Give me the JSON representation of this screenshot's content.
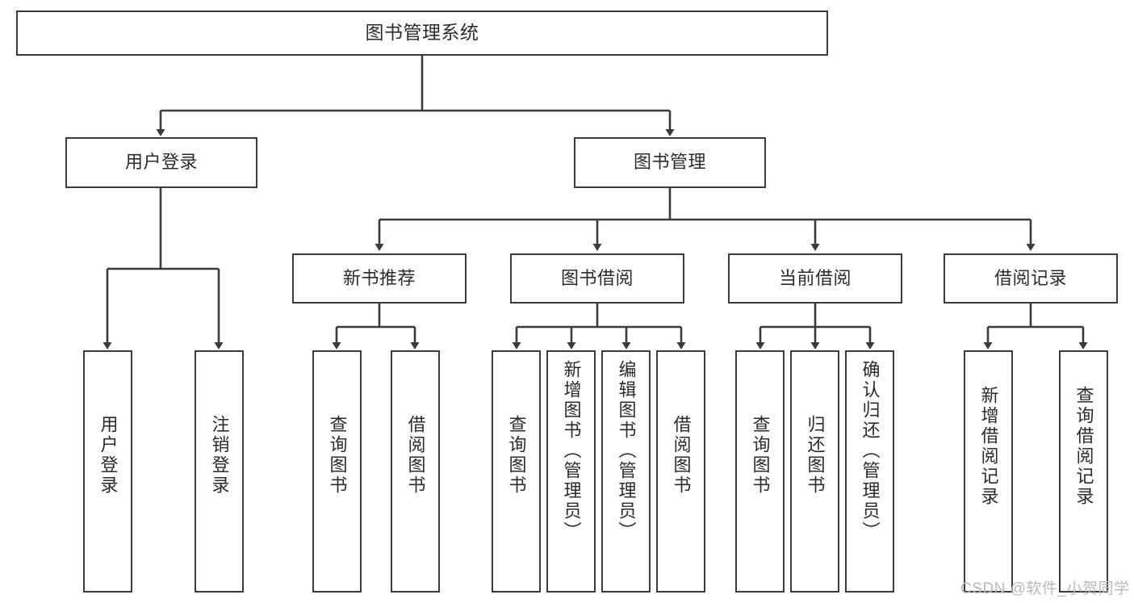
{
  "diagram": {
    "title": "图书管理系统",
    "type": "tree-hierarchy-chart",
    "watermark": "CSDN @软件_小贺同学",
    "colors": {
      "stroke": "#3b3b3b",
      "text": "#2b2b2b",
      "background": "#ffffff",
      "watermark": "#b9b9b9"
    },
    "root": {
      "label": "图书管理系统"
    },
    "level2": [
      {
        "label": "用户登录"
      },
      {
        "label": "图书管理"
      }
    ],
    "level3": [
      {
        "label": "新书推荐"
      },
      {
        "label": "图书借阅"
      },
      {
        "label": "当前借阅"
      },
      {
        "label": "借阅记录"
      }
    ],
    "leaves": {
      "user_login": [
        {
          "label": "用户登录"
        },
        {
          "label": "注销登录"
        }
      ],
      "new_book": [
        {
          "label": "查询图书"
        },
        {
          "label": "借阅图书"
        }
      ],
      "book_borrow": [
        {
          "label": "查询图书"
        },
        {
          "label": "新增图书（管理员）"
        },
        {
          "label": "编辑图书（管理员）"
        },
        {
          "label": "借阅图书"
        }
      ],
      "current_borrow": [
        {
          "label": "查询图书"
        },
        {
          "label": "归还图书"
        },
        {
          "label": "确认归还（管理员）"
        }
      ],
      "borrow_record": [
        {
          "label": "新增借阅记录"
        },
        {
          "label": "查询借阅记录"
        }
      ]
    }
  }
}
